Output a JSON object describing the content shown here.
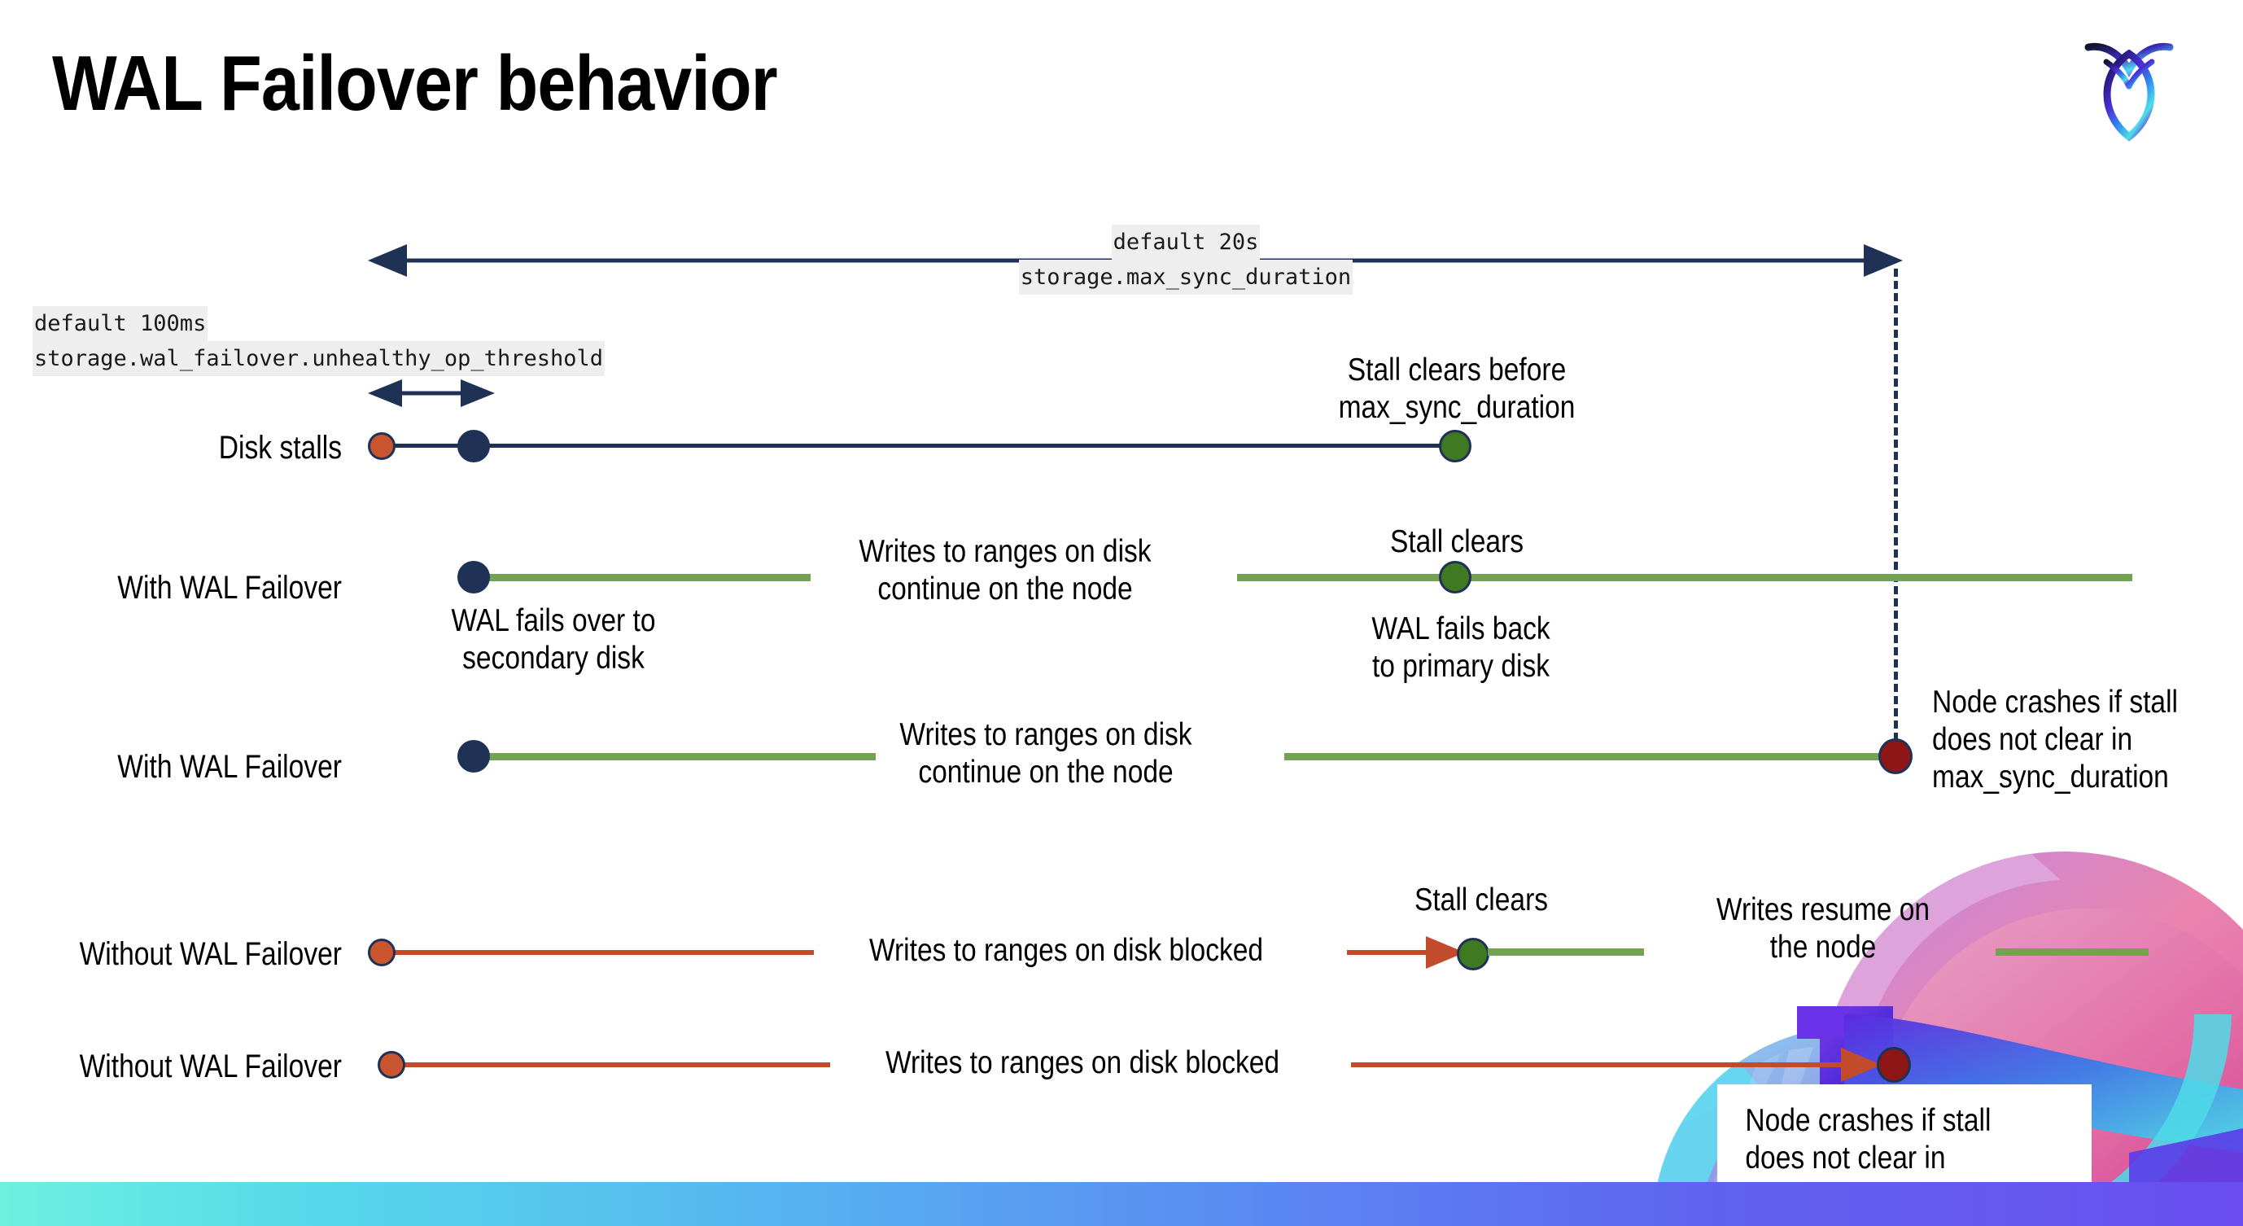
{
  "slide": {
    "title": "WAL Failover behavior",
    "logo_name": "cockroachdb-logo"
  },
  "top_ruler": {
    "default_text": "default 20s",
    "setting_text": "storage.max_sync_duration"
  },
  "threshold_ruler": {
    "default_text": "default 100ms",
    "setting_text": "storage.wal_failover.unhealthy_op_threshold"
  },
  "rows": [
    {
      "id": "disk-stalls",
      "label": "Disk stalls",
      "annotations": [
        {
          "id": "stall-clears-before",
          "text": "Stall clears before\nmax_sync_duration"
        }
      ]
    },
    {
      "id": "with-wal-failover-1",
      "label": "With WAL Failover",
      "annotations": [
        {
          "id": "wal-fails-over",
          "text": "WAL fails over to\nsecondary disk"
        },
        {
          "id": "writes-continue-1",
          "text": "Writes to ranges on disk\ncontinue on the node"
        },
        {
          "id": "stall-clears-1",
          "text": "Stall clears"
        },
        {
          "id": "wal-fails-back",
          "text": "WAL fails  back\nto primary disk"
        }
      ]
    },
    {
      "id": "with-wal-failover-2",
      "label": "With WAL Failover",
      "annotations": [
        {
          "id": "writes-continue-2",
          "text": "Writes to ranges on disk\ncontinue on the node"
        },
        {
          "id": "node-crashes-1",
          "text": "Node crashes if stall\ndoes not clear in\nmax_sync_duration"
        }
      ]
    },
    {
      "id": "without-wal-failover-1",
      "label": "Without WAL Failover",
      "annotations": [
        {
          "id": "writes-blocked-1",
          "text": "Writes to ranges on disk  blocked"
        },
        {
          "id": "stall-clears-2",
          "text": "Stall clears"
        },
        {
          "id": "writes-resume",
          "text": "Writes resume on\nthe node"
        }
      ]
    },
    {
      "id": "without-wal-failover-2",
      "label": "Without WAL Failover",
      "annotations": [
        {
          "id": "writes-blocked-2",
          "text": "Writes to ranges on disk  blocked"
        },
        {
          "id": "node-crashes-2",
          "text": "Node crashes if stall\ndoes not clear in\nmax_sync_duration"
        }
      ]
    }
  ],
  "colors": {
    "navy": "#1f3256",
    "green_line": "#72a353",
    "green_dot": "#3f7a22",
    "red_line": "#c14b2a",
    "orange_dot": "#c9552f",
    "maroon_dot": "#8e1616",
    "code_bg": "#eeeeee"
  }
}
